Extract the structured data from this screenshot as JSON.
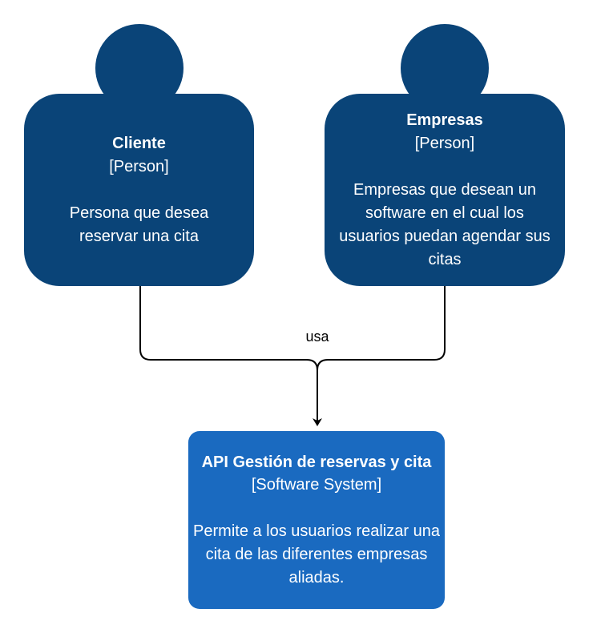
{
  "colors": {
    "person": "#0a4478",
    "software_system": "#1a6ac0",
    "connector": "#000000"
  },
  "cliente": {
    "title": "Cliente",
    "type": "[Person]",
    "description": "Persona que desea reservar una cita"
  },
  "empresas": {
    "title": "Empresas",
    "type": "[Person]",
    "description": "Empresas que desean un software en el cual los usuarios puedan agendar sus citas"
  },
  "system": {
    "title": "API Gestión de reservas y cita",
    "type": "[Software System]",
    "description": "Permite a los usuarios realizar una cita de las diferentes empresas aliadas."
  },
  "relationship": {
    "label": "usa"
  }
}
